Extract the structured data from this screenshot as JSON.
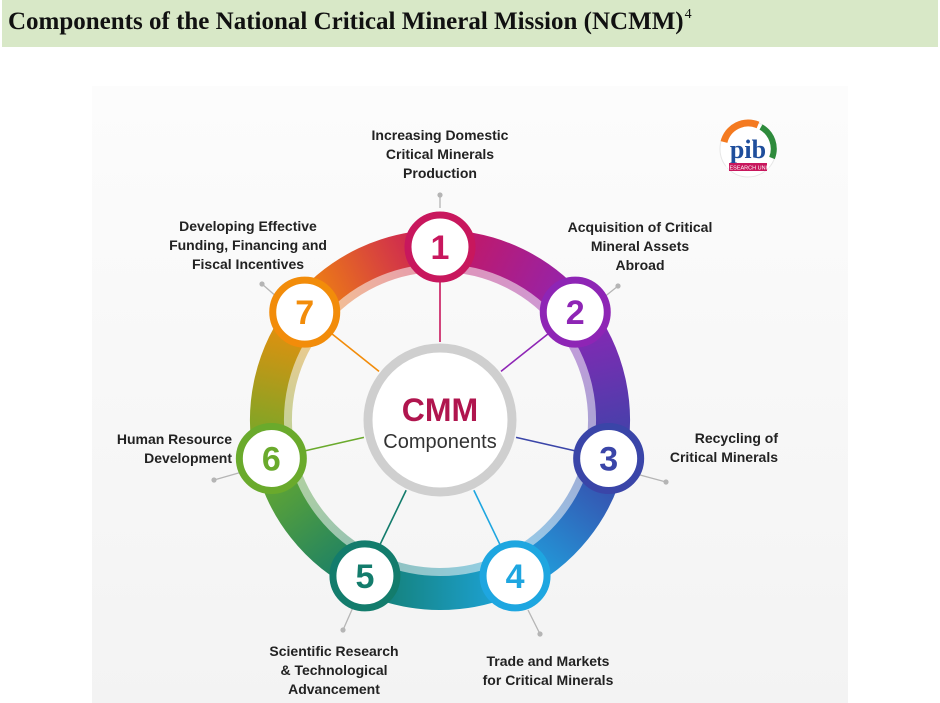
{
  "title": {
    "text": "Components of the National Critical Mineral Mission (NCMM)",
    "sup": "4"
  },
  "center": {
    "line1": "CMM",
    "line2": "Components"
  },
  "components": [
    {
      "number": "1",
      "label": "Increasing Domestic\nCritical Minerals\nProduction",
      "color": "#c8175d"
    },
    {
      "number": "2",
      "label": "Acquisition of Critical\nMineral Assets\nAbroad",
      "color": "#8e25b5"
    },
    {
      "number": "3",
      "label": "Recycling of\nCritical Minerals",
      "color": "#3a45a8"
    },
    {
      "number": "4",
      "label": "Trade and Markets\nfor Critical Minerals",
      "color": "#1ea6e0"
    },
    {
      "number": "5",
      "label": "Scientific Research\n& Technological\nAdvancement",
      "color": "#137c6c"
    },
    {
      "number": "6",
      "label": "Human Resource\nDevelopment",
      "color": "#6aaa2c"
    },
    {
      "number": "7",
      "label": "Developing Effective\nFunding, Financing and\nFiscal Incentives",
      "color": "#f28c0a"
    }
  ],
  "logo": {
    "text": "pib",
    "sub": "RESEARCH UNIT",
    "colors": [
      "#f47a20",
      "#2e8b3c",
      "#1f4e9c"
    ]
  }
}
